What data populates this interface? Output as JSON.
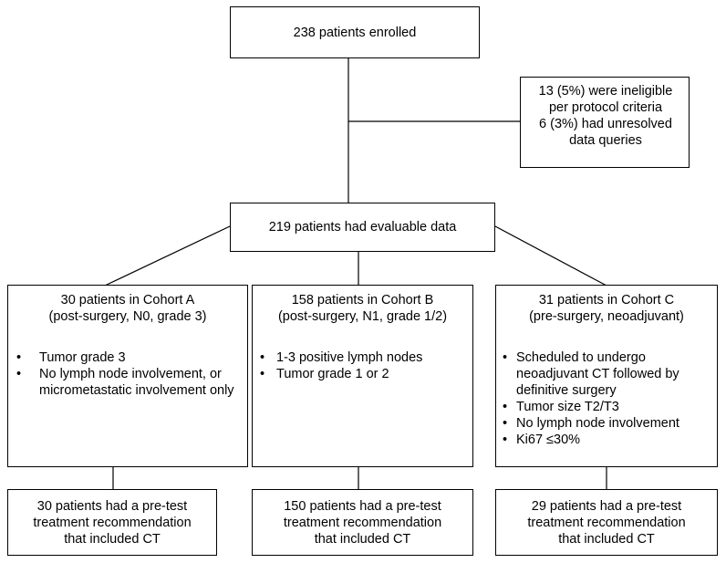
{
  "enrolled": {
    "text": "238 patients enrolled"
  },
  "excluded": {
    "lines": [
      "13 (5%) were ineligible",
      "per protocol criteria",
      "6 (3%) had unresolved",
      "data queries"
    ]
  },
  "evaluable": {
    "text": "219 patients had evaluable data"
  },
  "cohorts": [
    {
      "title": "30 patients in Cohort A",
      "subtitle": "(post-surgery, N0, grade 3)",
      "criteria": [
        "Tumor grade 3",
        "No lymph node involvement, or micrometastatic involvement only"
      ],
      "result": [
        "30 patients had a pre-test",
        "treatment recommendation",
        "that included CT"
      ]
    },
    {
      "title": "158 patients in Cohort B",
      "subtitle": "(post-surgery, N1, grade 1/2)",
      "criteria": [
        "1-3 positive lymph nodes",
        "Tumor grade 1 or 2"
      ],
      "result": [
        "150 patients had a pre-test",
        "treatment recommendation",
        "that included CT"
      ]
    },
    {
      "title": "31 patients in Cohort C",
      "subtitle": "(pre-surgery, neoadjuvant)",
      "criteria": [
        "Scheduled to undergo neoadjuvant CT followed by definitive surgery",
        "Tumor size T2/T3",
        "No lymph node involvement",
        "Ki67 ≤30%"
      ],
      "result": [
        "29 patients had a pre-test",
        "treatment recommendation",
        "that included CT"
      ]
    }
  ]
}
